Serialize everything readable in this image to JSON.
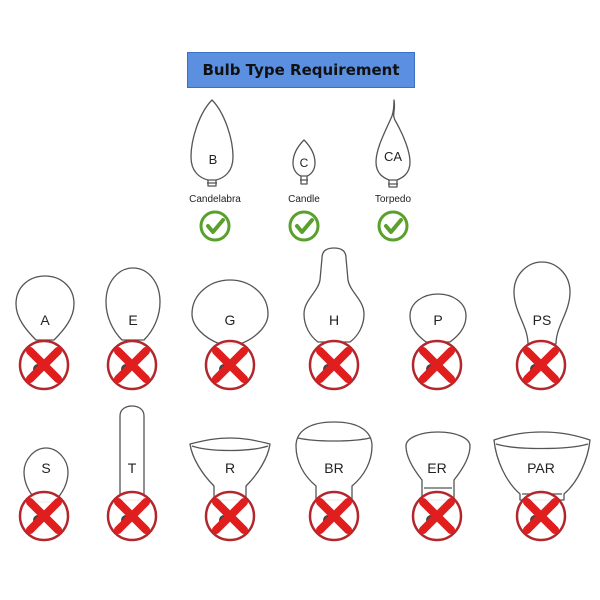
{
  "header": {
    "title": "Bulb Type Requirement"
  },
  "colors": {
    "stroke": "#555555",
    "check": "#5aa02c",
    "cross": "#e01e1e",
    "cross_ring": "#b3262b",
    "header_bg": "#5b8fe0"
  },
  "allowed_bulbs": [
    {
      "code": "B",
      "name": "Candelabra",
      "status": "allowed",
      "status_icon": "check-icon"
    },
    {
      "code": "C",
      "name": "Candle",
      "status": "allowed",
      "status_icon": "check-icon"
    },
    {
      "code": "CA",
      "name": "Torpedo",
      "status": "allowed",
      "status_icon": "check-icon"
    }
  ],
  "rejected_rows": [
    [
      {
        "code": "A",
        "status": "not-allowed",
        "status_icon": "cross-icon"
      },
      {
        "code": "E",
        "status": "not-allowed",
        "status_icon": "cross-icon"
      },
      {
        "code": "G",
        "status": "not-allowed",
        "status_icon": "cross-icon"
      },
      {
        "code": "H",
        "status": "not-allowed",
        "status_icon": "cross-icon"
      },
      {
        "code": "P",
        "status": "not-allowed",
        "status_icon": "cross-icon"
      },
      {
        "code": "PS",
        "status": "not-allowed",
        "status_icon": "cross-icon"
      }
    ],
    [
      {
        "code": "S",
        "status": "not-allowed",
        "status_icon": "cross-icon"
      },
      {
        "code": "T",
        "status": "not-allowed",
        "status_icon": "cross-icon"
      },
      {
        "code": "R",
        "status": "not-allowed",
        "status_icon": "cross-icon"
      },
      {
        "code": "BR",
        "status": "not-allowed",
        "status_icon": "cross-icon"
      },
      {
        "code": "ER",
        "status": "not-allowed",
        "status_icon": "cross-icon"
      },
      {
        "code": "PAR",
        "status": "not-allowed",
        "status_icon": "cross-icon"
      }
    ]
  ]
}
